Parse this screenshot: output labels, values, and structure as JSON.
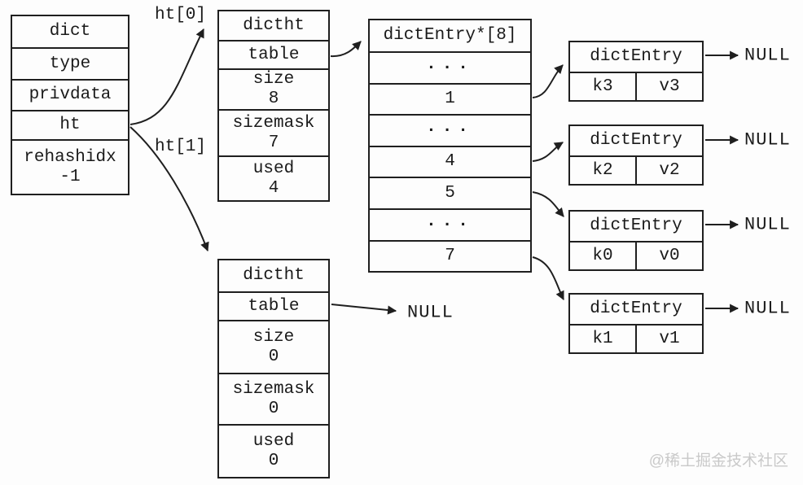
{
  "dict_struct": {
    "fields": [
      {
        "label": "dict",
        "value": ""
      },
      {
        "label": "type",
        "value": ""
      },
      {
        "label": "privdata",
        "value": ""
      },
      {
        "label": "ht",
        "value": ""
      },
      {
        "label": "rehashidx",
        "value": "-1"
      }
    ]
  },
  "ht_pointers": {
    "ht0": "ht[0]",
    "ht1": "ht[1]"
  },
  "hashtable_0": {
    "fields": [
      {
        "label": "dictht",
        "value": ""
      },
      {
        "label": "table",
        "value": ""
      },
      {
        "label": "size",
        "value": "8"
      },
      {
        "label": "sizemask",
        "value": "7"
      },
      {
        "label": "used",
        "value": "4"
      }
    ]
  },
  "hashtable_1": {
    "fields": [
      {
        "label": "dictht",
        "value": ""
      },
      {
        "label": "table",
        "value": ""
      },
      {
        "label": "size",
        "value": "0"
      },
      {
        "label": "sizemask",
        "value": "0"
      },
      {
        "label": "used",
        "value": "0"
      }
    ],
    "table_points_to": "NULL"
  },
  "bucket_array": {
    "header": "dictEntry*[8]",
    "slots": [
      "...",
      "1",
      "...",
      "4",
      "5",
      "...",
      "7"
    ]
  },
  "entries": [
    {
      "title": "dictEntry",
      "key": "k3",
      "value": "v3",
      "next": "NULL"
    },
    {
      "title": "dictEntry",
      "key": "k2",
      "value": "v2",
      "next": "NULL"
    },
    {
      "title": "dictEntry",
      "key": "k0",
      "value": "v0",
      "next": "NULL"
    },
    {
      "title": "dictEntry",
      "key": "k1",
      "value": "v1",
      "next": "NULL"
    }
  ],
  "watermark": "@稀土掘金技术社区",
  "colors": {
    "line": "#1f1f1f",
    "background": "#fdfdfd",
    "watermark": "#c9c9c9"
  }
}
